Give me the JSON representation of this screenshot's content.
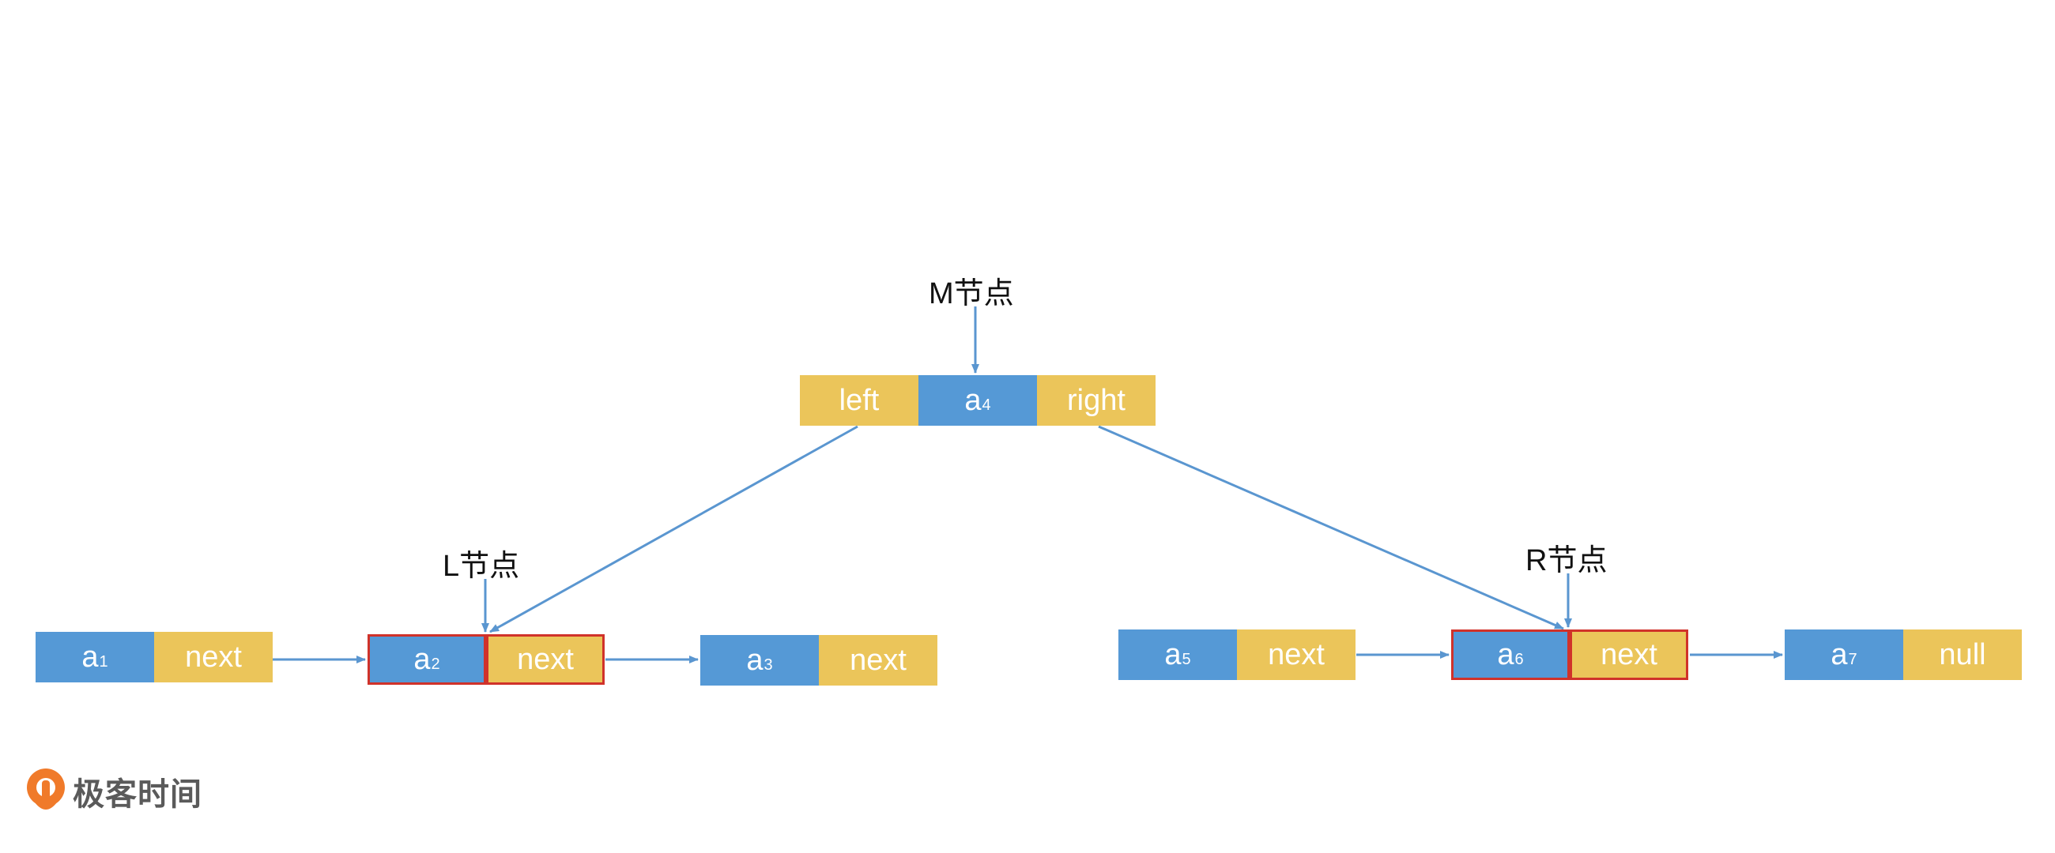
{
  "nodes": {
    "m": {
      "left": "left",
      "value": "a",
      "sub": "4",
      "right": "right"
    },
    "list_left": [
      {
        "value": "a",
        "sub": "1",
        "next": "next"
      },
      {
        "value": "a",
        "sub": "2",
        "next": "next"
      },
      {
        "value": "a",
        "sub": "3",
        "next": "next"
      }
    ],
    "list_right": [
      {
        "value": "a",
        "sub": "5",
        "next": "next"
      },
      {
        "value": "a",
        "sub": "6",
        "next": "next"
      },
      {
        "value": "a",
        "sub": "7",
        "next": "null"
      }
    ]
  },
  "labels": {
    "m": "M节点",
    "l": "L节点",
    "r": "R节点"
  },
  "brand": {
    "name": "极客时间"
  },
  "colors": {
    "value_cell": "#5599d6",
    "pointer_cell": "#ebc55a",
    "highlight_border": "#d0322a",
    "arrow": "#5a96d0"
  }
}
